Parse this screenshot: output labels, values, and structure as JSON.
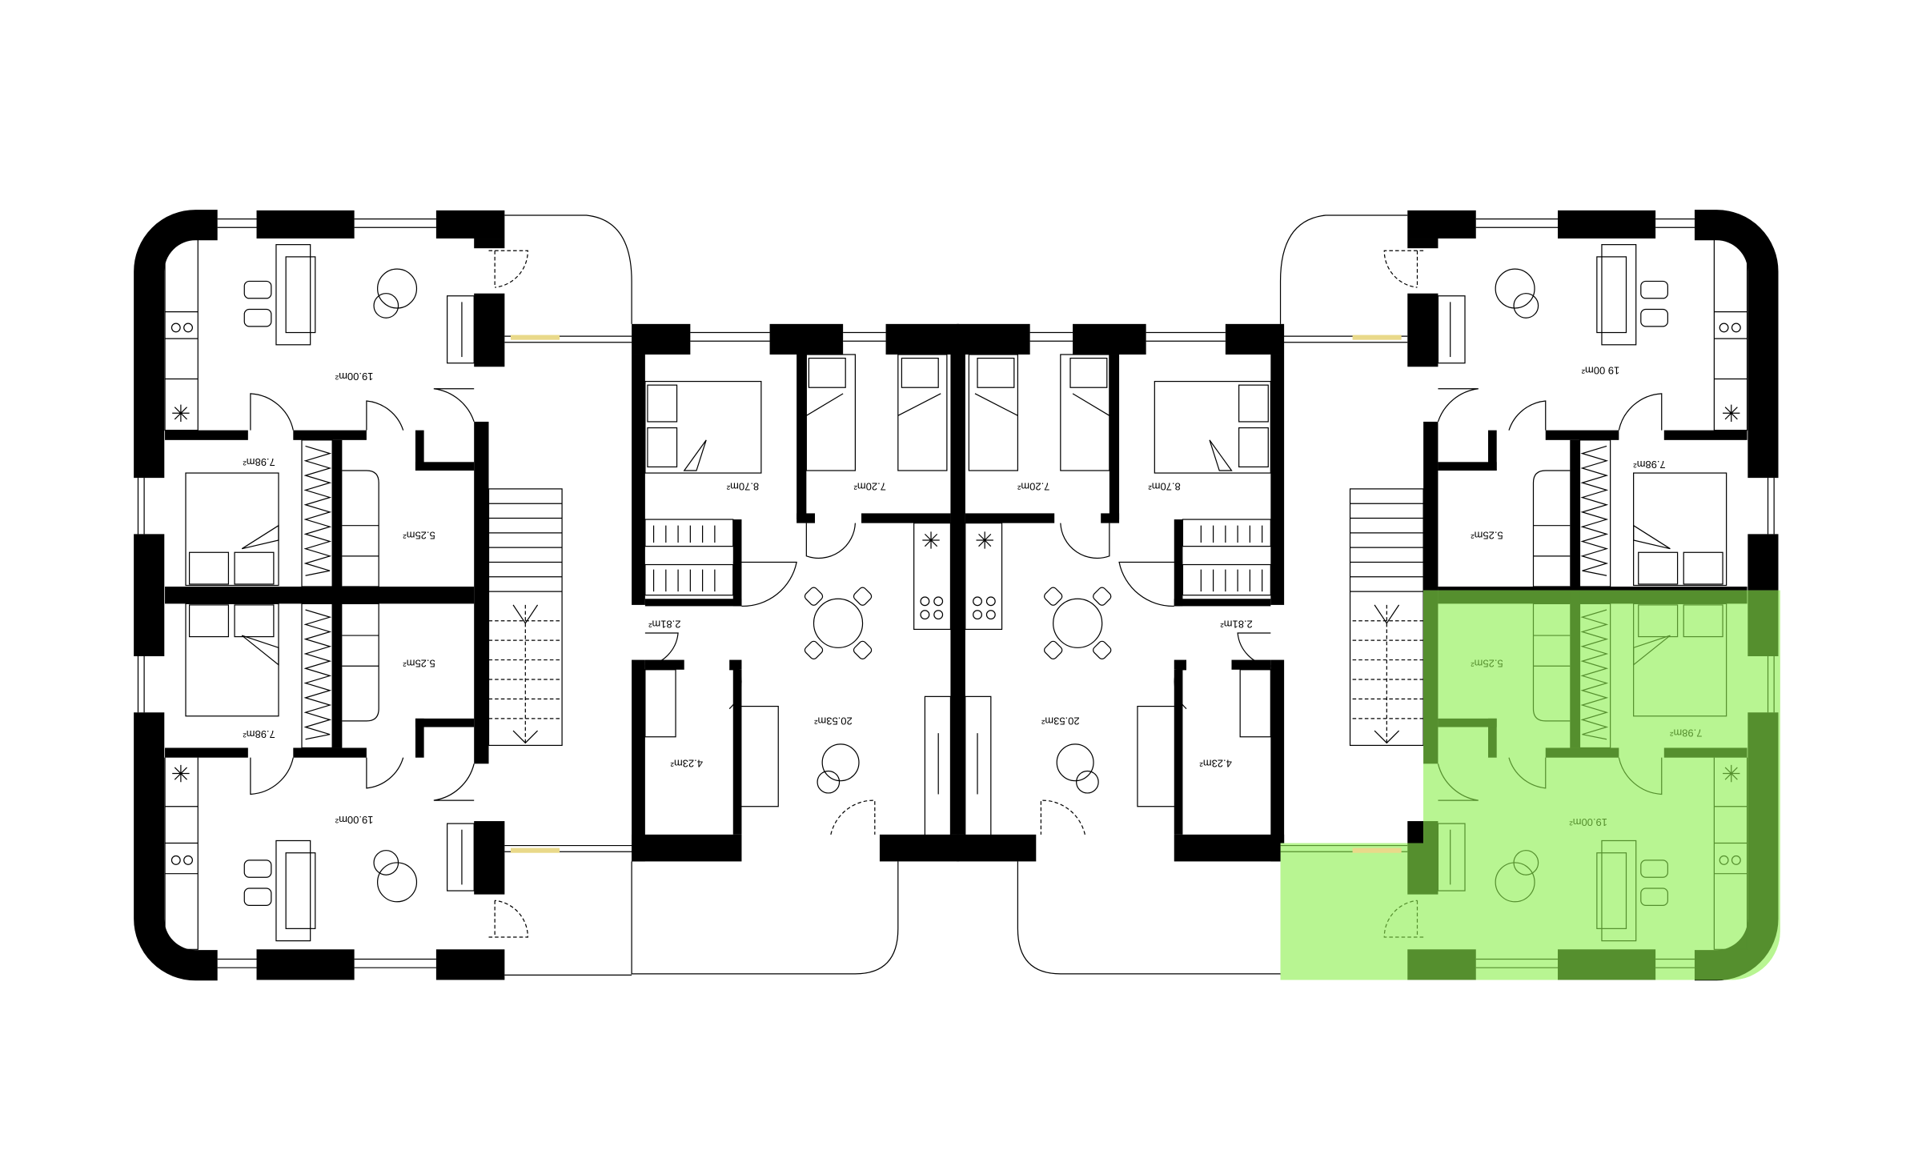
{
  "colors": {
    "wall": "#000000",
    "highlight_fill": "#b8f592",
    "highlight_wall": "#558f2e"
  },
  "left_wing": {
    "upper_unit": {
      "living": "19.00m²",
      "bedroom": "7.98m²",
      "bathroom": "5.25m²"
    },
    "lower_unit": {
      "living": "19.00m²",
      "bedroom": "7.98m²",
      "bathroom": "5.25m²"
    }
  },
  "center_block": {
    "west_unit": {
      "bedroom_large": "8.70m²",
      "bedroom_small": "7.20m²",
      "hall": "2.81m²",
      "living": "20.53m²",
      "bathroom": "4.23m²"
    },
    "east_unit": {
      "bedroom_large": "8.70m²",
      "bedroom_small": "7.20m²",
      "hall": "2.81m²",
      "living": "20.53m²",
      "bathroom": "4.23m²"
    }
  },
  "right_wing": {
    "upper_unit": {
      "living": "19 00m²",
      "bedroom": "7.98m²",
      "bathroom": "5.25m²"
    },
    "lower_unit_highlighted": {
      "living": "19.00m²",
      "bedroom": "7.98m²",
      "bathroom": "5.25m²"
    }
  }
}
